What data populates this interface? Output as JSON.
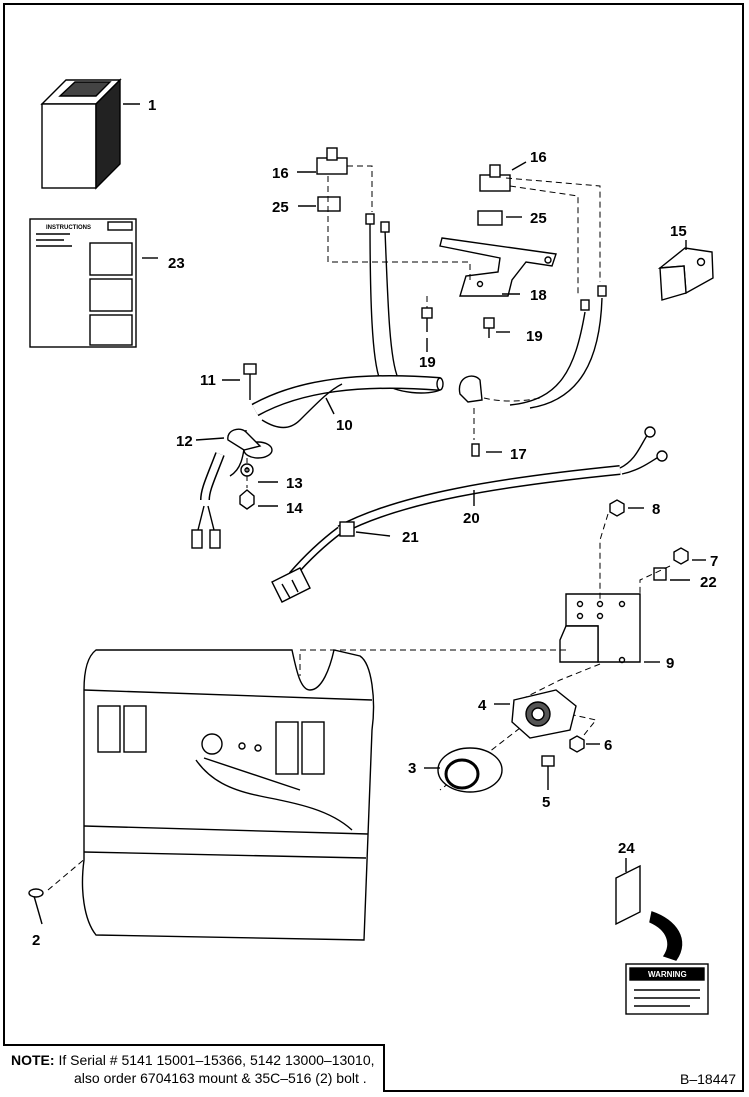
{
  "diagram": {
    "callouts": {
      "c1": "1",
      "c2": "2",
      "c3": "3",
      "c4": "4",
      "c5": "5",
      "c6": "6",
      "c7": "7",
      "c8": "8",
      "c9": "9",
      "c10": "10",
      "c11": "11",
      "c12": "12",
      "c13": "13",
      "c14": "14",
      "c15": "15",
      "c16a": "16",
      "c16b": "16",
      "c17": "17",
      "c18": "18",
      "c19a": "19",
      "c19b": "19",
      "c20": "20",
      "c21": "21",
      "c22": "22",
      "c23": "23",
      "c24": "24",
      "c25a": "25",
      "c25b": "25"
    },
    "instructions_card": {
      "title": "INSTRUCTIONS"
    },
    "warning_decal": {
      "title": "WARNING"
    }
  },
  "note": {
    "label": "NOTE:",
    "line1": " If Serial # 5141 15001–15366, 5142 13000–13010,",
    "line2": "also order 6704163 mount & 35C–516 (2) bolt ."
  },
  "drawing_number": "B–18447"
}
